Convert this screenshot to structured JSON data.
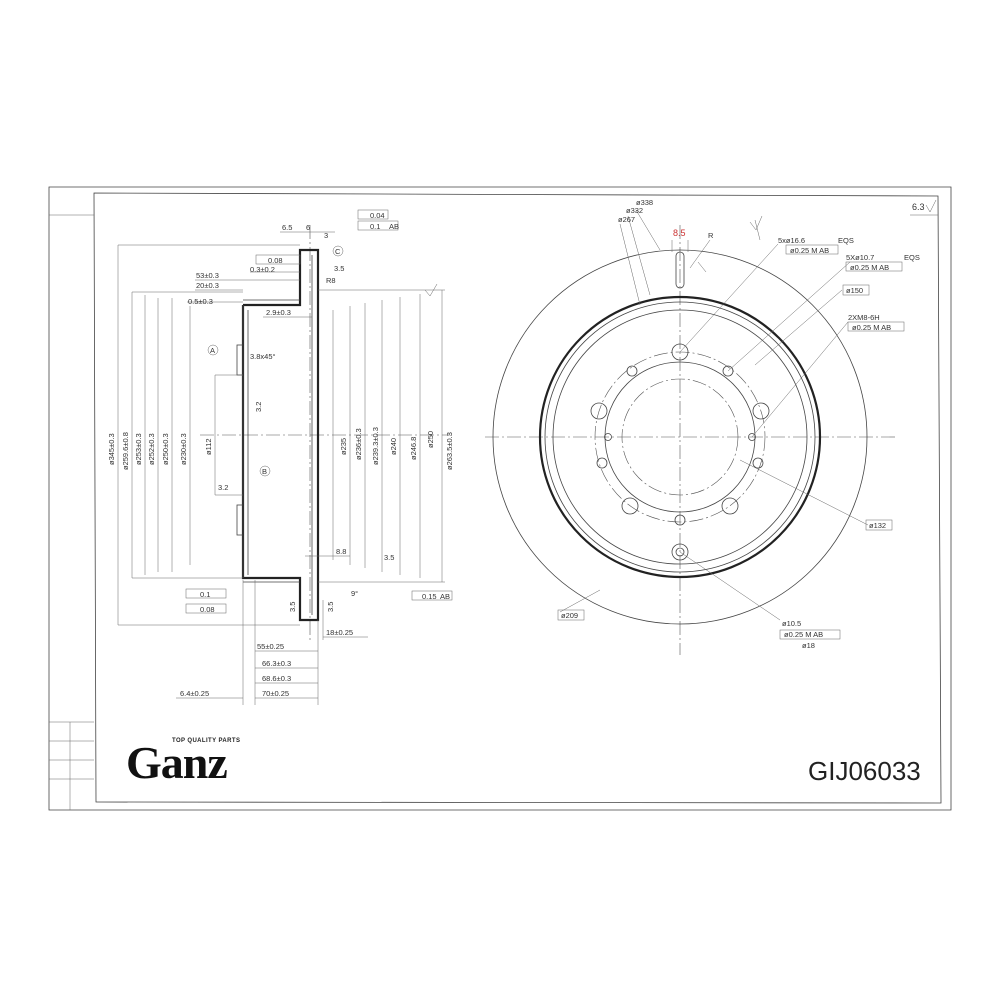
{
  "frame": {
    "roughness": "6.3"
  },
  "brand": {
    "tagline": "TOP QUALITY PARTS",
    "name": "Ganz"
  },
  "part_number": "GIJ06033",
  "section_view": {
    "top_dims": [
      "6.5",
      "6",
      "3",
      "3.5",
      "R8",
      "53±0.3",
      "20±0.3",
      "0.5±0.3",
      "0.3±0.2",
      "2.9±0.3"
    ],
    "tolerances": [
      "0.04",
      "0.1",
      "AB",
      "0.08",
      "0.1",
      "0.08",
      "0.15",
      "AB"
    ],
    "datums": [
      "A",
      "B",
      "C"
    ],
    "chamfer": "3.8x45°",
    "left_diameters": [
      "ø345±0.3",
      "ø259.6±0.8",
      "ø253±0.3",
      "ø252±0.3",
      "ø250±0.3",
      "ø230±0.3",
      "ø112"
    ],
    "right_diameters": [
      "ø235",
      "ø236±0.3",
      "ø239.3±0.3",
      "ø240",
      "ø246.8",
      "ø250",
      "ø263.5±0.3"
    ],
    "bottom_dims": [
      "55±0.25",
      "66.3±0.3",
      "68.6±0.3",
      "70±0.25",
      "6.4±0.25",
      "18±0.25",
      "8.8"
    ],
    "angle": "9°",
    "roughness_marks": [
      "3.2",
      "3.2",
      "3.5",
      "3.5",
      "3.5"
    ]
  },
  "front_view": {
    "top_labels": [
      "ø338",
      "ø332",
      "ø267"
    ],
    "slot_width": "8.5",
    "radius": "R",
    "callouts": [
      {
        "line1": "5xø16.6",
        "line2": "ø0.25 M AB",
        "suffix": "EQS"
      },
      {
        "line1": "5Xø10.7",
        "line2": "ø0.25 M AB",
        "suffix": "EQS"
      },
      {
        "line1": "ø150",
        "line2": "",
        "suffix": ""
      },
      {
        "line1": "2XM8-6H",
        "line2": "ø0.25 M AB",
        "suffix": ""
      },
      {
        "line1": "ø132",
        "line2": "",
        "suffix": ""
      },
      {
        "line1": "ø209",
        "line2": "",
        "suffix": ""
      },
      {
        "line1": "ø10.5",
        "line2": "ø0.25 M AB",
        "suffix": "ø18"
      }
    ]
  }
}
